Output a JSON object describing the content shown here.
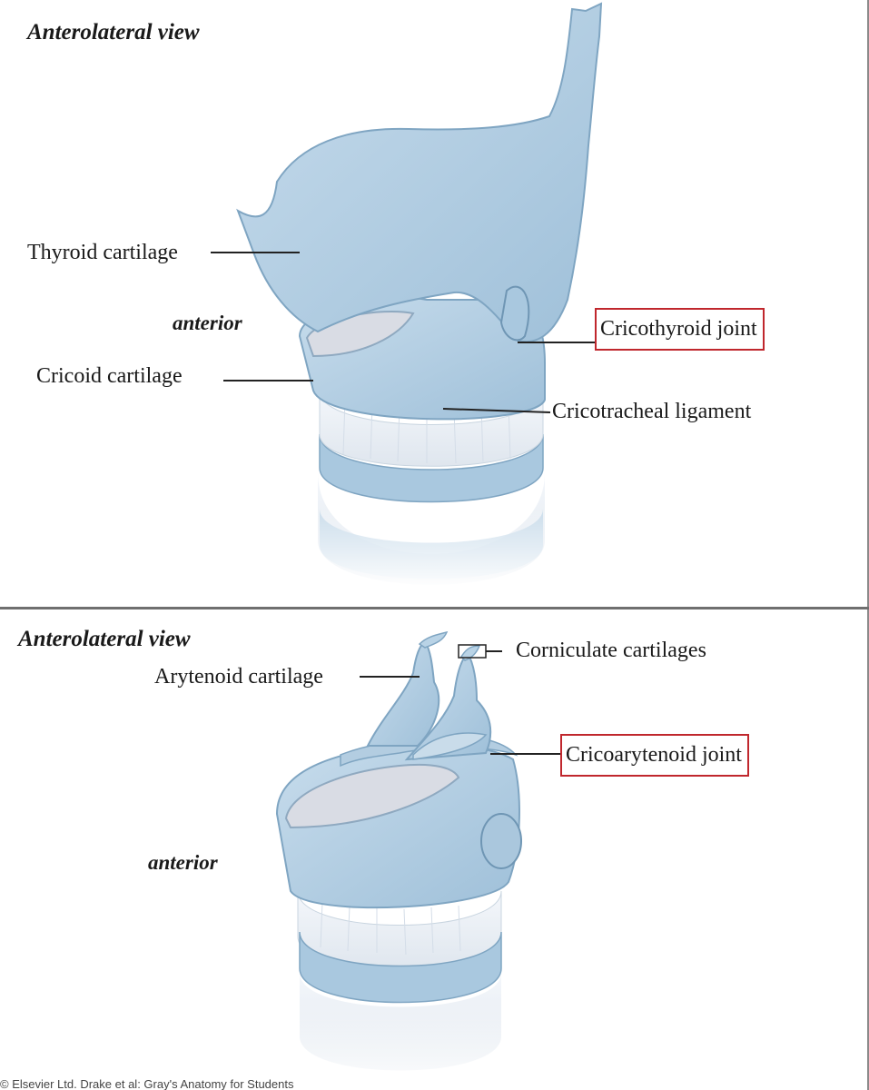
{
  "top_panel": {
    "view_title": "Anterolateral view",
    "orientation_label": "anterior",
    "labels": {
      "thyroid": "Thyroid cartilage",
      "cricoid": "Cricoid  cartilage",
      "cricothyroid_joint": "Cricothyroid joint",
      "cricotracheal_ligament": "Cricotracheal ligament"
    }
  },
  "bottom_panel": {
    "view_title": "Anterolateral view",
    "orientation_label": "anterior",
    "labels": {
      "arytenoid": "Arytenoid cartilage",
      "corniculate": "Corniculate cartilages",
      "cricoarytenoid_joint": "Cricoarytenoid joint"
    }
  },
  "credit": "© Elsevier Ltd. Drake et al: Gray's Anatomy for Students",
  "colors": {
    "cartilage": "#b9d3e6",
    "cartilage_shade": "#8fb3cf",
    "ligament": "#eef3f8",
    "highlight_box": "#c0272d"
  }
}
